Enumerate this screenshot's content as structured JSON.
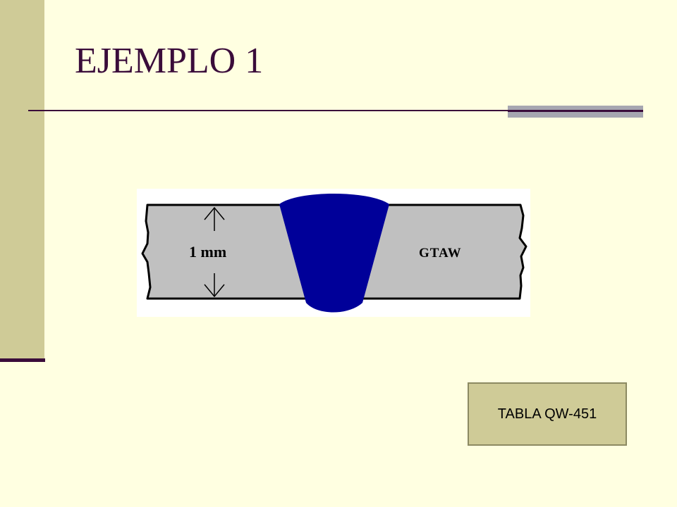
{
  "slide": {
    "title": "EJEMPLO 1",
    "colors": {
      "background": "#ffffe1",
      "sidebar": "#cfcb97",
      "title_text": "#3a0c3a",
      "accent_gray": "#a6a6b0"
    }
  },
  "figure": {
    "thickness_label": "1 mm",
    "process_label": "GTAW",
    "colors": {
      "plate": "#c0c0c0",
      "weld": "#000099",
      "outline": "#000000"
    }
  },
  "table_button": {
    "label": "TABLA QW-451"
  }
}
